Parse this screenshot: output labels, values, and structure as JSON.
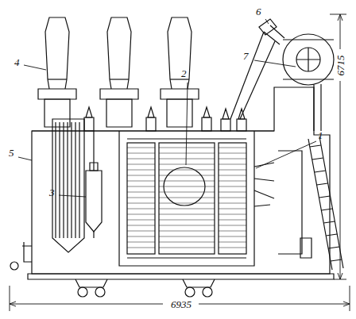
{
  "diagram": {
    "labels": [
      "4",
      "6",
      "7",
      "2",
      "1",
      "5",
      "3",
      "6715",
      "6935"
    ]
  }
}
